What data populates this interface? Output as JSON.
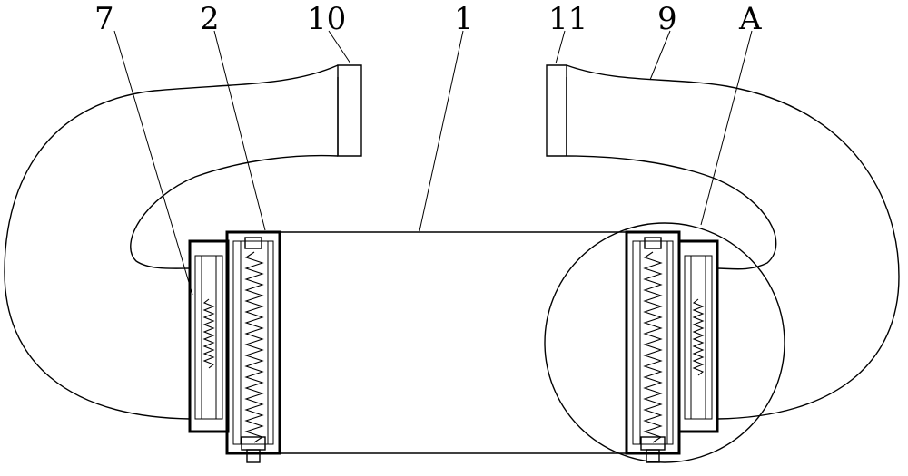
{
  "labels": {
    "l7": "7",
    "l2": "2",
    "l10": "10",
    "l1": "1",
    "l11": "11",
    "l9": "9",
    "lA": "A"
  }
}
